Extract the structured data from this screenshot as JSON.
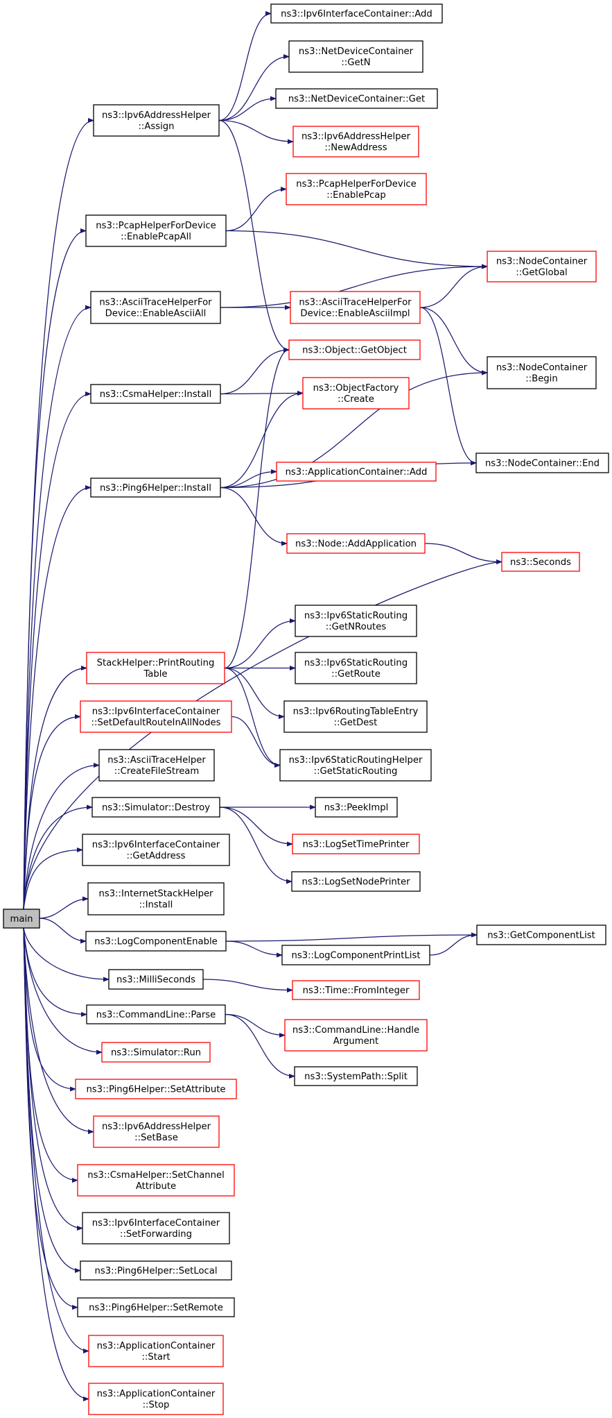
{
  "colors": {
    "edge": "#191970",
    "linked_border": "#000000",
    "unlinked_border": "#ff0000",
    "root_fill": "#bfbfbf",
    "node_fill": "#ffffff"
  },
  "nodes": [
    {
      "id": "main",
      "lines": [
        "main"
      ],
      "kind": "root"
    },
    {
      "id": "ipv6addr_assign",
      "lines": [
        "ns3::Ipv6AddressHelper",
        "::Assign"
      ],
      "kind": "linked"
    },
    {
      "id": "ifcont_add",
      "lines": [
        "ns3::Ipv6InterfaceContainer::Add"
      ],
      "kind": "linked"
    },
    {
      "id": "ndc_getn",
      "lines": [
        "ns3::NetDeviceContainer",
        "::GetN"
      ],
      "kind": "linked"
    },
    {
      "id": "ndc_get",
      "lines": [
        "ns3::NetDeviceContainer::Get"
      ],
      "kind": "linked"
    },
    {
      "id": "ipv6addr_newaddr",
      "lines": [
        "ns3::Ipv6AddressHelper",
        "::NewAddress"
      ],
      "kind": "unlinked"
    },
    {
      "id": "pcap_enablepcap",
      "lines": [
        "ns3::PcapHelperForDevice",
        "::EnablePcap"
      ],
      "kind": "unlinked"
    },
    {
      "id": "pcap_enablepcapall",
      "lines": [
        "ns3::PcapHelperForDevice",
        "::EnablePcapAll"
      ],
      "kind": "linked"
    },
    {
      "id": "nc_getglobal",
      "lines": [
        "ns3::NodeContainer",
        "::GetGlobal"
      ],
      "kind": "unlinked"
    },
    {
      "id": "ascii_enableall",
      "lines": [
        "ns3::AsciiTraceHelperFor",
        "Device::EnableAsciiAll"
      ],
      "kind": "linked"
    },
    {
      "id": "ascii_enableimpl",
      "lines": [
        "ns3::AsciiTraceHelperFor",
        "Device::EnableAsciiImpl"
      ],
      "kind": "unlinked"
    },
    {
      "id": "obj_getobject",
      "lines": [
        "ns3::Object::GetObject"
      ],
      "kind": "unlinked"
    },
    {
      "id": "nc_begin",
      "lines": [
        "ns3::NodeContainer",
        "::Begin"
      ],
      "kind": "linked"
    },
    {
      "id": "csma_install",
      "lines": [
        "ns3::CsmaHelper::Install"
      ],
      "kind": "linked"
    },
    {
      "id": "objfactory_create",
      "lines": [
        "ns3::ObjectFactory",
        "::Create"
      ],
      "kind": "unlinked"
    },
    {
      "id": "nc_end",
      "lines": [
        "ns3::NodeContainer::End"
      ],
      "kind": "linked"
    },
    {
      "id": "ping6_install",
      "lines": [
        "ns3::Ping6Helper::Install"
      ],
      "kind": "linked"
    },
    {
      "id": "appcont_add",
      "lines": [
        "ns3::ApplicationContainer::Add"
      ],
      "kind": "unlinked"
    },
    {
      "id": "node_addapp",
      "lines": [
        "ns3::Node::AddApplication"
      ],
      "kind": "unlinked"
    },
    {
      "id": "seconds",
      "lines": [
        "ns3::Seconds"
      ],
      "kind": "unlinked"
    },
    {
      "id": "static_getnroutes",
      "lines": [
        "ns3::Ipv6StaticRouting",
        "::GetNRoutes"
      ],
      "kind": "linked"
    },
    {
      "id": "stack_printrouting",
      "lines": [
        "StackHelper::PrintRouting",
        "Table"
      ],
      "kind": "unlinked"
    },
    {
      "id": "static_getroute",
      "lines": [
        "ns3::Ipv6StaticRouting",
        "::GetRoute"
      ],
      "kind": "linked"
    },
    {
      "id": "rte_getdest",
      "lines": [
        "ns3::Ipv6RoutingTableEntry",
        "::GetDest"
      ],
      "kind": "linked"
    },
    {
      "id": "ifcont_setdefault",
      "lines": [
        "ns3::Ipv6InterfaceContainer",
        "::SetDefaultRouteInAllNodes"
      ],
      "kind": "unlinked"
    },
    {
      "id": "srh_getstatic",
      "lines": [
        "ns3::Ipv6StaticRoutingHelper",
        "::GetStaticRouting"
      ],
      "kind": "linked"
    },
    {
      "id": "ascii_createfile",
      "lines": [
        "ns3::AsciiTraceHelper",
        "::CreateFileStream"
      ],
      "kind": "linked"
    },
    {
      "id": "sim_destroy",
      "lines": [
        "ns3::Simulator::Destroy"
      ],
      "kind": "linked"
    },
    {
      "id": "peekimpl",
      "lines": [
        "ns3::PeekImpl"
      ],
      "kind": "linked"
    },
    {
      "id": "logsettime",
      "lines": [
        "ns3::LogSetTimePrinter"
      ],
      "kind": "unlinked"
    },
    {
      "id": "ifcont_getaddress",
      "lines": [
        "ns3::Ipv6InterfaceContainer",
        "::GetAddress"
      ],
      "kind": "linked"
    },
    {
      "id": "logsetnode",
      "lines": [
        "ns3::LogSetNodePrinter"
      ],
      "kind": "linked"
    },
    {
      "id": "ish_install",
      "lines": [
        "ns3::InternetStackHelper",
        "::Install"
      ],
      "kind": "linked"
    },
    {
      "id": "logcompenable",
      "lines": [
        "ns3::LogComponentEnable"
      ],
      "kind": "linked"
    },
    {
      "id": "getcomplist",
      "lines": [
        "ns3::GetComponentList"
      ],
      "kind": "linked"
    },
    {
      "id": "logcompprint",
      "lines": [
        "ns3::LogComponentPrintList"
      ],
      "kind": "linked"
    },
    {
      "id": "milliseconds",
      "lines": [
        "ns3::MilliSeconds"
      ],
      "kind": "linked"
    },
    {
      "id": "time_fromint",
      "lines": [
        "ns3::Time::FromInteger"
      ],
      "kind": "unlinked"
    },
    {
      "id": "cmd_parse",
      "lines": [
        "ns3::CommandLine::Parse"
      ],
      "kind": "linked"
    },
    {
      "id": "cmd_handlearg",
      "lines": [
        "ns3::CommandLine::Handle",
        "Argument"
      ],
      "kind": "unlinked"
    },
    {
      "id": "sim_run",
      "lines": [
        "ns3::Simulator::Run"
      ],
      "kind": "unlinked"
    },
    {
      "id": "syspath_split",
      "lines": [
        "ns3::SystemPath::Split"
      ],
      "kind": "linked"
    },
    {
      "id": "ping6_setattr",
      "lines": [
        "ns3::Ping6Helper::SetAttribute"
      ],
      "kind": "unlinked"
    },
    {
      "id": "ipv6addr_setbase",
      "lines": [
        "ns3::Ipv6AddressHelper",
        "::SetBase"
      ],
      "kind": "unlinked"
    },
    {
      "id": "csma_setchannelattr",
      "lines": [
        "ns3::CsmaHelper::SetChannel",
        "Attribute"
      ],
      "kind": "unlinked"
    },
    {
      "id": "ifcont_setforwarding",
      "lines": [
        "ns3::Ipv6InterfaceContainer",
        "::SetForwarding"
      ],
      "kind": "linked"
    },
    {
      "id": "ping6_setlocal",
      "lines": [
        "ns3::Ping6Helper::SetLocal"
      ],
      "kind": "linked"
    },
    {
      "id": "ping6_setremote",
      "lines": [
        "ns3::Ping6Helper::SetRemote"
      ],
      "kind": "linked"
    },
    {
      "id": "appcont_start",
      "lines": [
        "ns3::ApplicationContainer",
        "::Start"
      ],
      "kind": "unlinked"
    },
    {
      "id": "appcont_stop",
      "lines": [
        "ns3::ApplicationContainer",
        "::Stop"
      ],
      "kind": "unlinked"
    }
  ],
  "edges": [
    [
      "main",
      "ipv6addr_assign"
    ],
    [
      "main",
      "pcap_enablepcapall"
    ],
    [
      "main",
      "ascii_enableall"
    ],
    [
      "main",
      "csma_install"
    ],
    [
      "main",
      "ping6_install"
    ],
    [
      "main",
      "seconds"
    ],
    [
      "main",
      "stack_printrouting"
    ],
    [
      "main",
      "ifcont_setdefault"
    ],
    [
      "main",
      "ascii_createfile"
    ],
    [
      "main",
      "sim_destroy"
    ],
    [
      "main",
      "ifcont_getaddress"
    ],
    [
      "main",
      "ish_install"
    ],
    [
      "main",
      "logcompenable"
    ],
    [
      "main",
      "milliseconds"
    ],
    [
      "main",
      "cmd_parse"
    ],
    [
      "main",
      "sim_run"
    ],
    [
      "main",
      "ping6_setattr"
    ],
    [
      "main",
      "ipv6addr_setbase"
    ],
    [
      "main",
      "csma_setchannelattr"
    ],
    [
      "main",
      "ifcont_setforwarding"
    ],
    [
      "main",
      "ping6_setlocal"
    ],
    [
      "main",
      "ping6_setremote"
    ],
    [
      "main",
      "appcont_start"
    ],
    [
      "main",
      "appcont_stop"
    ],
    [
      "ipv6addr_assign",
      "ifcont_add"
    ],
    [
      "ipv6addr_assign",
      "ndc_getn"
    ],
    [
      "ipv6addr_assign",
      "ndc_get"
    ],
    [
      "ipv6addr_assign",
      "ipv6addr_newaddr"
    ],
    [
      "ipv6addr_assign",
      "obj_getobject"
    ],
    [
      "pcap_enablepcapall",
      "pcap_enablepcap"
    ],
    [
      "pcap_enablepcapall",
      "nc_getglobal"
    ],
    [
      "ascii_enableall",
      "nc_getglobal"
    ],
    [
      "ascii_enableall",
      "ascii_enableimpl"
    ],
    [
      "ascii_enableimpl",
      "nc_getglobal"
    ],
    [
      "ascii_enableimpl",
      "nc_begin"
    ],
    [
      "ascii_enableimpl",
      "nc_end"
    ],
    [
      "csma_install",
      "obj_getobject"
    ],
    [
      "csma_install",
      "objfactory_create"
    ],
    [
      "ping6_install",
      "objfactory_create"
    ],
    [
      "ping6_install",
      "nc_begin"
    ],
    [
      "ping6_install",
      "appcont_add"
    ],
    [
      "ping6_install",
      "nc_end"
    ],
    [
      "ping6_install",
      "node_addapp"
    ],
    [
      "node_addapp",
      "seconds"
    ],
    [
      "stack_printrouting",
      "obj_getobject"
    ],
    [
      "stack_printrouting",
      "static_getnroutes"
    ],
    [
      "stack_printrouting",
      "static_getroute"
    ],
    [
      "stack_printrouting",
      "rte_getdest"
    ],
    [
      "stack_printrouting",
      "srh_getstatic"
    ],
    [
      "ifcont_setdefault",
      "srh_getstatic"
    ],
    [
      "sim_destroy",
      "peekimpl"
    ],
    [
      "sim_destroy",
      "logsettime"
    ],
    [
      "sim_destroy",
      "logsetnode"
    ],
    [
      "logcompenable",
      "getcomplist"
    ],
    [
      "logcompenable",
      "logcompprint"
    ],
    [
      "logcompprint",
      "getcomplist"
    ],
    [
      "milliseconds",
      "time_fromint"
    ],
    [
      "cmd_parse",
      "cmd_handlearg"
    ],
    [
      "cmd_parse",
      "syspath_split"
    ]
  ]
}
